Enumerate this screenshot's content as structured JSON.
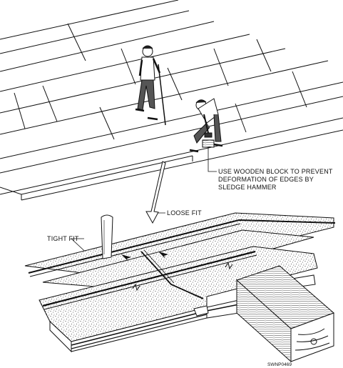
{
  "annotations": {
    "instruction_line1": "USE WOODEN BLOCK TO PREVENT",
    "instruction_line2": "DEFORMATION OF EDGES BY",
    "instruction_line3": "SLEDGE HAMMER",
    "loose_fit": "LOOSE FIT",
    "tight_fit": "TIGHT FIT"
  },
  "figure_id": "SWNP0469",
  "colors": {
    "ink": "#111111",
    "paper": "#ffffff",
    "sand": "#d8d2c4"
  }
}
